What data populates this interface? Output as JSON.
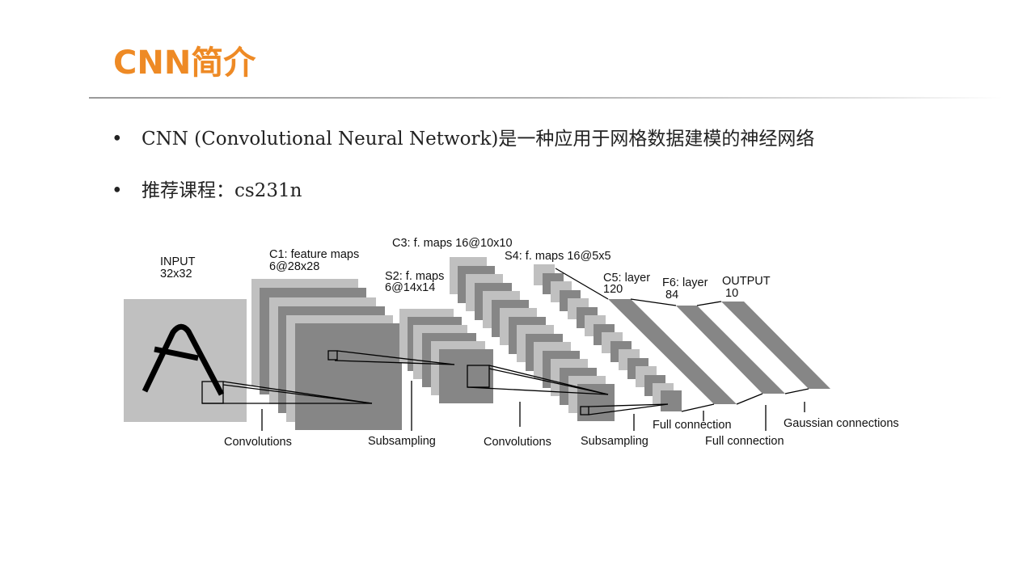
{
  "slide": {
    "title": "CNN简介",
    "title_color": "#ee8a25",
    "bullets": [
      {
        "marker": "•",
        "text": "CNN (Convolutional Neural Network)是一种应用于网格数据建模的神经网络"
      },
      {
        "marker": "•",
        "text": "推荐课程：cs231n"
      }
    ]
  },
  "diagram": {
    "colors": {
      "light": "#c0c0c0",
      "dark": "#868686",
      "line": "#000000"
    },
    "layer_labels": {
      "input": [
        "INPUT",
        "32x32"
      ],
      "c1": [
        "C1: feature maps",
        "6@28x28"
      ],
      "s2": [
        "S2: f. maps",
        "6@14x14"
      ],
      "c3": [
        "C3: f. maps 16@10x10"
      ],
      "s4": [
        "S4: f. maps 16@5x5"
      ],
      "c5": [
        "C5: layer",
        "120"
      ],
      "f6": [
        "F6: layer",
        "84"
      ],
      "output": [
        "OUTPUT",
        "10"
      ]
    },
    "operation_labels": {
      "conv1": "Convolutions",
      "sub1": "Subsampling",
      "conv2": "Convolutions",
      "sub2": "Subsampling",
      "full1": "Full connection",
      "full2": "Full connection",
      "gauss": "Gaussian connections"
    }
  }
}
